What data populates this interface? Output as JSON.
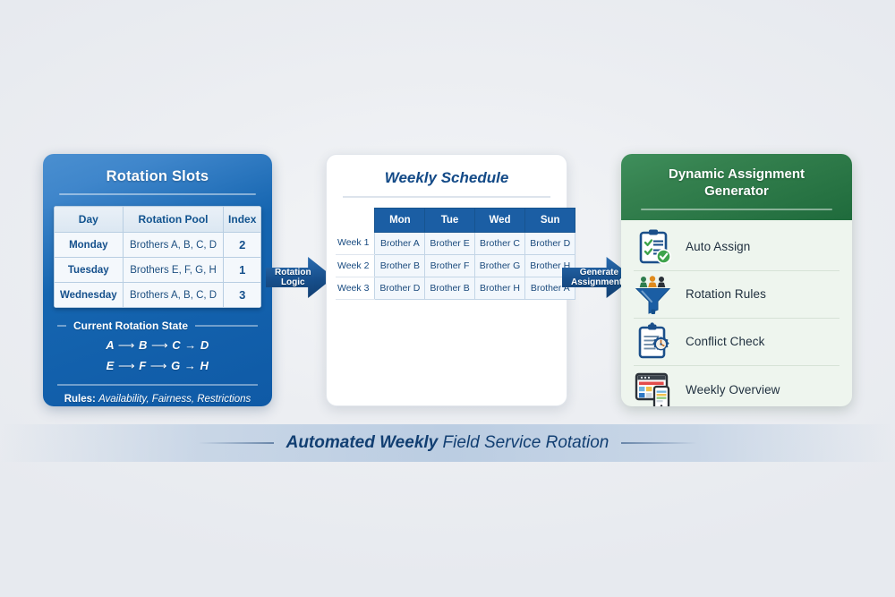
{
  "background_color": "#eef0f3",
  "left_panel": {
    "title": "Rotation Slots",
    "accent_color": "#1565b0",
    "table": {
      "headers": [
        "Day",
        "Rotation Pool",
        "Index"
      ],
      "rows": [
        {
          "day": "Monday",
          "pool": "Brothers A, B, C, D",
          "index": "2"
        },
        {
          "day": "Tuesday",
          "pool": "Brothers E, F, G, H",
          "index": "1"
        },
        {
          "day": "Wednesday",
          "pool": "Brothers A, B, C, D",
          "index": "3"
        }
      ]
    },
    "state_heading": "Current Rotation State",
    "chains": [
      {
        "nodes": [
          "A",
          "B",
          "C",
          "D"
        ]
      },
      {
        "nodes": [
          "E",
          "F",
          "G",
          "H"
        ]
      }
    ],
    "rules_label": "Rules:",
    "rules_value": "Availability, Fairness, Restrictions"
  },
  "arrow_1": {
    "line1": "Rotation",
    "line2": "Logic"
  },
  "middle_panel": {
    "title": "Weekly Schedule",
    "accent_color": "#1b5ea4",
    "columns": [
      "Mon",
      "Tue",
      "Wed",
      "Sun"
    ],
    "rows": [
      {
        "week": "Week 1",
        "cells": [
          "Brother A",
          "Brother E",
          "Brother C",
          "Brother D"
        ]
      },
      {
        "week": "Week 2",
        "cells": [
          "Brother B",
          "Brother F",
          "Brother G",
          "Brother H"
        ]
      },
      {
        "week": "Week 3",
        "cells": [
          "Brother D",
          "Brother B",
          "Brother H",
          "Brother A"
        ]
      }
    ]
  },
  "arrow_2": {
    "line1": "Generate",
    "line2": "Assignments"
  },
  "right_panel": {
    "title_line1": "Dynamic Assignment",
    "title_line2": "Generator",
    "accent_color": "#1f6b3c",
    "items": [
      {
        "icon": "clipboard-check-icon",
        "label": "Auto Assign"
      },
      {
        "icon": "funnel-people-icon",
        "label": "Rotation Rules"
      },
      {
        "icon": "clipboard-gear-icon",
        "label": "Conflict Check"
      },
      {
        "icon": "dashboard-devices-icon",
        "label": "Weekly Overview"
      }
    ]
  },
  "footer": {
    "bold_text": "Automated Weekly",
    "regular_text": " Field Service Rotation"
  }
}
